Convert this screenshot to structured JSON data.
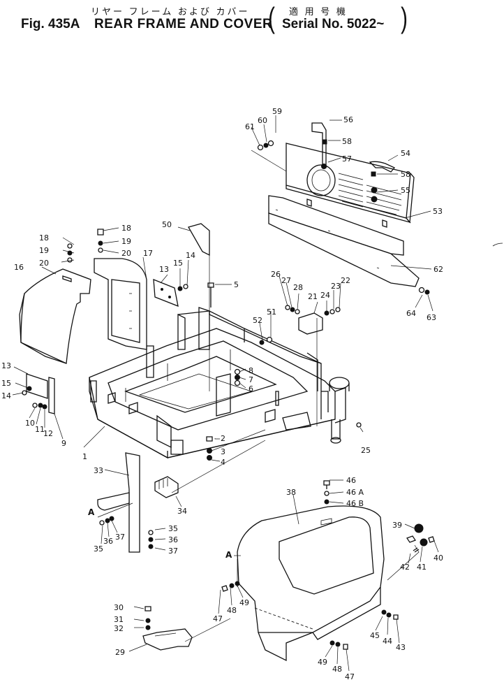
{
  "header": {
    "jp_title": "リヤー フレーム および カバー",
    "fig_no": "Fig. 435A",
    "en_title": "REAR FRAME AND COVER",
    "jp_serial": "適 用 号 機",
    "serial": "Serial No. 5022~",
    "paren_left": "(",
    "paren_right": ")"
  },
  "callouts": [
    "1",
    "2",
    "3",
    "4",
    "5",
    "6",
    "7",
    "8",
    "9",
    "10",
    "11",
    "12",
    "13",
    "13",
    "14",
    "14",
    "15",
    "15",
    "16",
    "17",
    "18",
    "18",
    "19",
    "19",
    "20",
    "20",
    "21",
    "22",
    "23",
    "24",
    "25",
    "26",
    "27",
    "28",
    "29",
    "30",
    "31",
    "32",
    "33",
    "34",
    "35",
    "35",
    "36",
    "36",
    "37",
    "37",
    "38",
    "39",
    "40",
    "41",
    "42",
    "43",
    "44",
    "45",
    "46",
    "46 A",
    "46 B",
    "47",
    "47",
    "48",
    "48",
    "49",
    "49",
    "50",
    "51",
    "52",
    "53",
    "54",
    "55",
    "56",
    "57",
    "58",
    "58",
    "59",
    "60",
    "61",
    "62",
    "63",
    "64",
    "A",
    "A"
  ]
}
